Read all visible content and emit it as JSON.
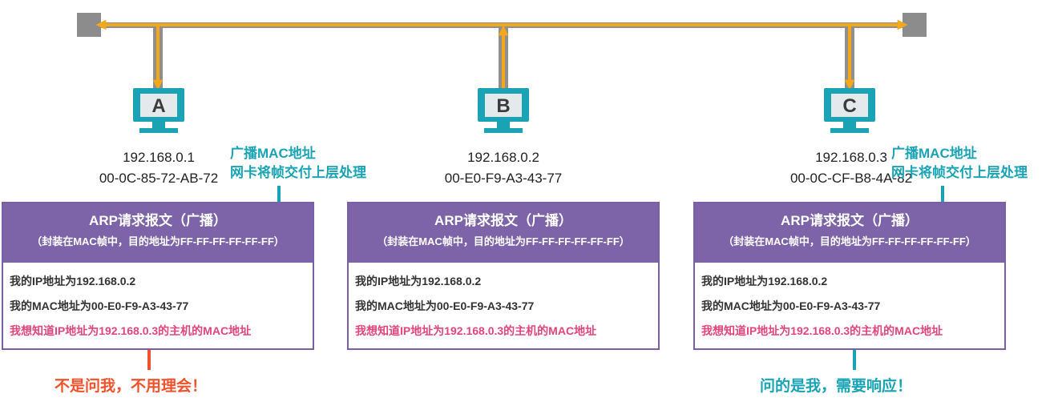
{
  "hosts": [
    {
      "letter": "A",
      "ip": "192.168.0.1",
      "mac": "00-0C-85-72-AB-72"
    },
    {
      "letter": "B",
      "ip": "192.168.0.2",
      "mac": "00-E0-F9-A3-43-77"
    },
    {
      "letter": "C",
      "ip": "192.168.0.3",
      "mac": "00-0C-CF-B8-4A-82"
    }
  ],
  "notes": {
    "a": {
      "line1": "广播MAC地址",
      "line2": "网卡将帧交付上层处理"
    },
    "c": {
      "line1": "广播MAC地址",
      "line2": "网卡将帧交付上层处理"
    }
  },
  "packets": [
    {
      "title": "ARP请求报文（广播）",
      "subtitle": "（封装在MAC帧中，目的地址为FF-FF-FF-FF-FF-FF）",
      "line1": "我的IP地址为192.168.0.2",
      "line2": "我的MAC地址为00-E0-F9-A3-43-77",
      "line3": "我想知道IP地址为192.168.0.3的主机的MAC地址"
    },
    {
      "title": "ARP请求报文（广播）",
      "subtitle": "（封装在MAC帧中，目的地址为FF-FF-FF-FF-FF-FF）",
      "line1": "我的IP地址为192.168.0.2",
      "line2": "我的MAC地址为00-E0-F9-A3-43-77",
      "line3": "我想知道IP地址为192.168.0.3的主机的MAC地址"
    },
    {
      "title": "ARP请求报文（广播）",
      "subtitle": "（封装在MAC帧中，目的地址为FF-FF-FF-FF-FF-FF）",
      "line1": "我的IP地址为192.168.0.2",
      "line2": "我的MAC地址为00-E0-F9-A3-43-77",
      "line3": "我想知道IP地址为192.168.0.3的主机的MAC地址"
    }
  ],
  "verdicts": {
    "a": "不是问我，不用理会！",
    "c": "问的是我，需要响应！"
  },
  "colors": {
    "bus": "#8f8f8f",
    "signal": "#f3a81c",
    "host": "#19a3b4",
    "header": "#7d64a8",
    "pink": "#e2457a",
    "red": "#f0522c"
  }
}
